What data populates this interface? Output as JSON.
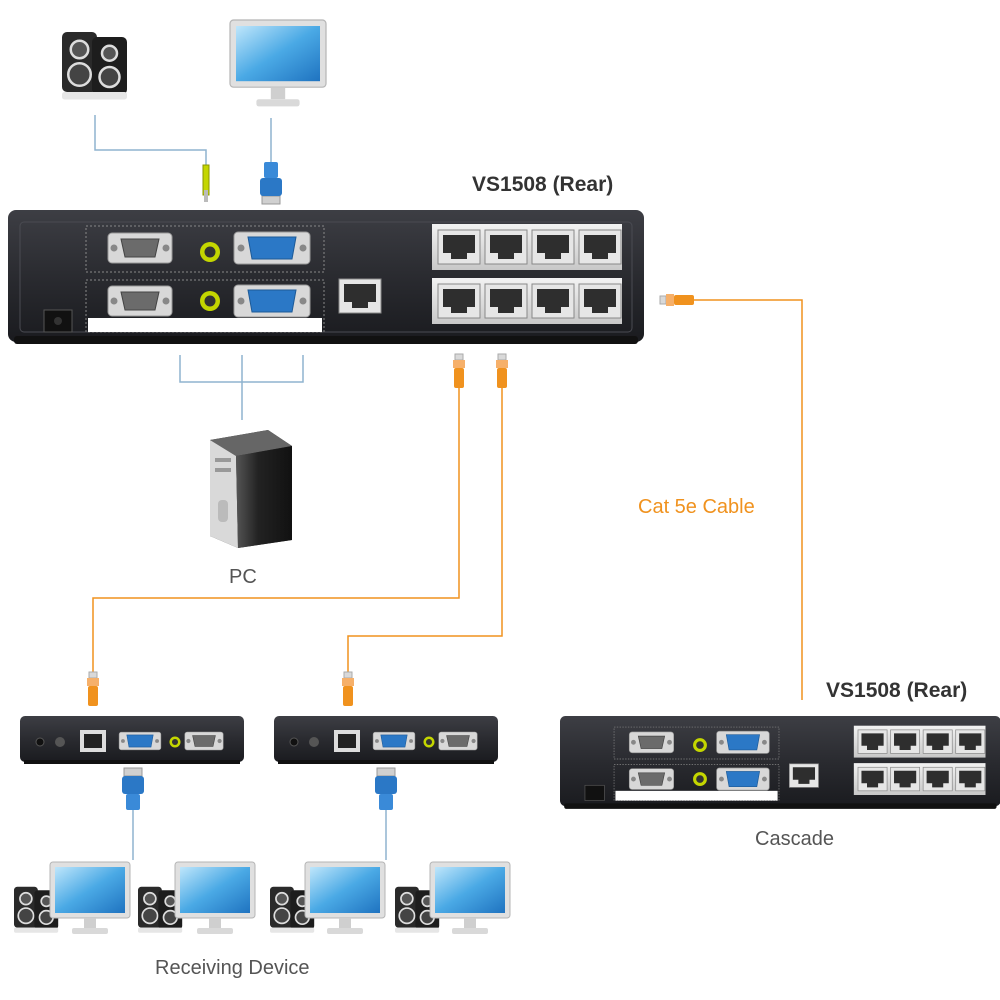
{
  "labels": {
    "main_device": "VS1508 (Rear)",
    "cascade_device": "VS1508 (Rear)",
    "pc": "PC",
    "cable": "Cat 5e Cable",
    "receiving": "Receiving Device",
    "cascade": "Cascade"
  },
  "colors": {
    "cable_orange": "#f0921e",
    "cable_blue": "#8fb3cf",
    "device_body": "#2b2c30",
    "vga_blue": "#2b78c6",
    "audio_green": "#c4d600"
  }
}
